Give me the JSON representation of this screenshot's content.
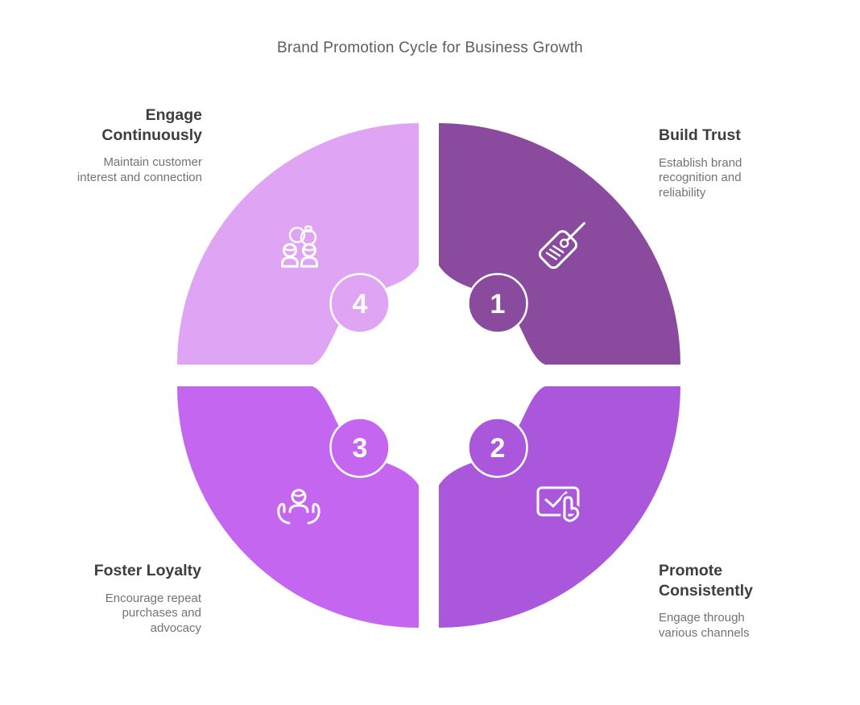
{
  "title": "Brand Promotion Cycle for Business Growth",
  "colors": {
    "step1": "#8A4B9E",
    "step2": "#AB57DB",
    "step3": "#C566F0",
    "step4": "#E0A4F4",
    "icon_stroke": "#FFFFFF",
    "title_text": "#5D5D60",
    "heading_text": "#3E3E41",
    "body_text": "#737377"
  },
  "steps": [
    {
      "number": "1",
      "title": "Build Trust",
      "description": "Establish brand recognition and reliability",
      "icon": "price-tag-icon",
      "color": "#8A4B9E",
      "position": "top-right"
    },
    {
      "number": "2",
      "title": "Promote Consistently",
      "description": "Engage through various channels",
      "icon": "tap-checkbox-icon",
      "color": "#AB57DB",
      "position": "bottom-right"
    },
    {
      "number": "3",
      "title": "Foster Loyalty",
      "description": "Encourage repeat purchases and advocacy",
      "icon": "hands-holding-person-icon",
      "color": "#C566F0",
      "position": "bottom-left"
    },
    {
      "number": "4",
      "title": "Engage Continuously",
      "description": "Maintain customer interest and connection",
      "icon": "people-connection-icon",
      "color": "#E0A4F4",
      "position": "top-left"
    }
  ]
}
